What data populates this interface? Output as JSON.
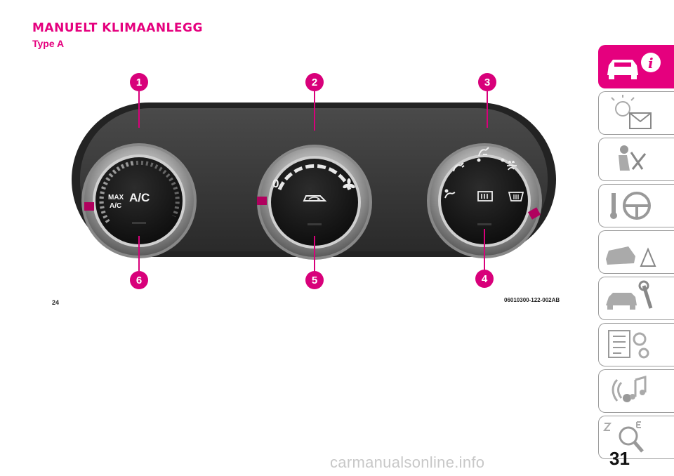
{
  "page": {
    "title": "MANUELT KLIMAANLEGG",
    "subtitle": "Type A",
    "page_number": "31"
  },
  "figure": {
    "number": "24",
    "code": "06010300-122-002AB",
    "callouts": [
      "1",
      "2",
      "3",
      "4",
      "5",
      "6"
    ],
    "knob_labels": {
      "max_line1": "MAX",
      "max_line2": "A/C",
      "ac": "A/C",
      "fan_zero": "0"
    },
    "icons": {
      "left_knob": [
        "temperature-scale-icon"
      ],
      "center_knob": [
        "fan-speed-scale-icon",
        "fan-icon",
        "recirculation-icon"
      ],
      "right_knob": [
        "air-distribution-face-icon",
        "air-distribution-face-feet-icon",
        "air-distribution-feet-icon",
        "air-distribution-feet-defrost-icon",
        "rear-window-defrost-icon",
        "windscreen-defrost-icon"
      ]
    }
  },
  "side_tabs": [
    {
      "icon": "car-info-icon",
      "active": true
    },
    {
      "icon": "warning-lights-messages-icon",
      "active": false
    },
    {
      "icon": "safety-airbag-icon",
      "active": false
    },
    {
      "icon": "starting-driving-icon",
      "active": false
    },
    {
      "icon": "emergency-icon",
      "active": false
    },
    {
      "icon": "maintenance-icon",
      "active": false
    },
    {
      "icon": "technical-data-icon",
      "active": false
    },
    {
      "icon": "multimedia-icon",
      "active": false
    },
    {
      "icon": "index-search-icon",
      "active": false
    }
  ],
  "watermark": "carmanualsonline.info",
  "colors": {
    "accent": "#e5007e",
    "panel": "#3a3a3a",
    "knob_face": "#161616",
    "marker": "#b0005e"
  }
}
